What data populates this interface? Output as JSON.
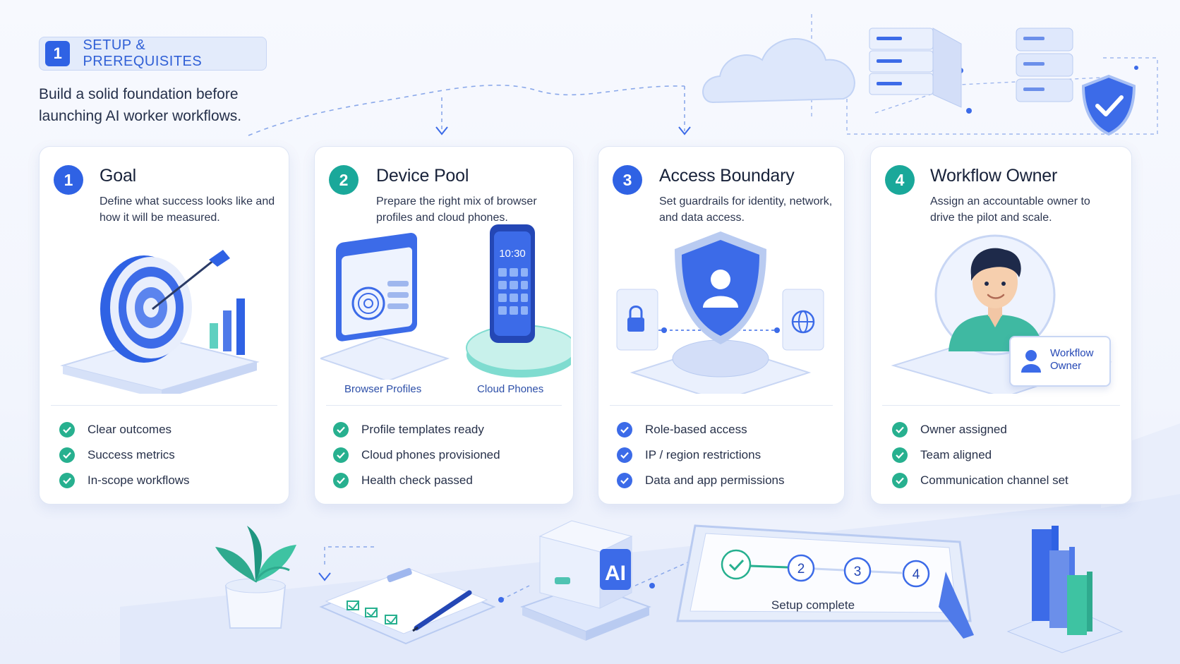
{
  "header": {
    "step_number": "1",
    "title": "SETUP & PREREQUISITES",
    "subtitle": "Build a solid foundation before launching AI worker workflows."
  },
  "colors": {
    "blue": "#2f62e4",
    "teal": "#1aa89a",
    "check_green": "#27b08f",
    "check_blue": "#3c6be8"
  },
  "cards": [
    {
      "number": "1",
      "title": "Goal",
      "description": "Define what success looks like and how it will be measured.",
      "icon": "target-icon",
      "items": [
        "Clear outcomes",
        "Success metrics",
        "In-scope workflows"
      ]
    },
    {
      "number": "2",
      "title": "Device Pool",
      "description": "Prepare the right mix of browser profiles and cloud phones.",
      "icon": "devices-icon",
      "captions": [
        "Browser Profiles",
        "Cloud Phones"
      ],
      "phone_time": "10:30",
      "items": [
        "Profile templates ready",
        "Cloud phones provisioned",
        "Health check passed"
      ]
    },
    {
      "number": "3",
      "title": "Access Boundary",
      "description": "Set guardrails for identity, network, and data access.",
      "icon": "shield-user-icon",
      "items": [
        "Role-based access",
        "IP / region restrictions",
        "Data and app permissions"
      ]
    },
    {
      "number": "4",
      "title": "Workflow Owner",
      "description": "Assign an accountable owner to drive the pilot and scale.",
      "icon": "owner-avatar-icon",
      "badge": [
        "Workflow",
        "Owner"
      ],
      "items": [
        "Owner assigned",
        "Team aligned",
        "Communication channel set"
      ]
    }
  ],
  "footer": {
    "ai_label": "AI",
    "progress_steps": [
      "2",
      "3",
      "4"
    ],
    "progress_label": "Setup complete"
  }
}
